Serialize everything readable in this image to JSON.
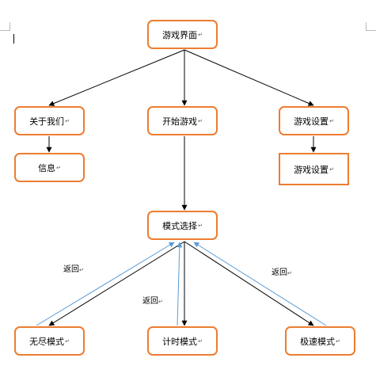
{
  "diagram": {
    "nodes": {
      "game_ui": "游戏界面",
      "about_us": "关于我们",
      "start_game": "开始游戏",
      "game_settings": "游戏设置",
      "info": "信息",
      "game_settings_sub": "游戏设置",
      "mode_select": "模式选择",
      "endless_mode": "无尽模式",
      "timed_mode": "计时模式",
      "speed_mode": "极速模式"
    },
    "edge_labels": {
      "return_left": "返回",
      "return_middle": "返回",
      "return_right": "返回"
    },
    "paragraph_mark": "↵",
    "colors": {
      "node_border": "#ed7d31",
      "arrow": "#000000",
      "return_arrow": "#5b9bd5"
    }
  }
}
